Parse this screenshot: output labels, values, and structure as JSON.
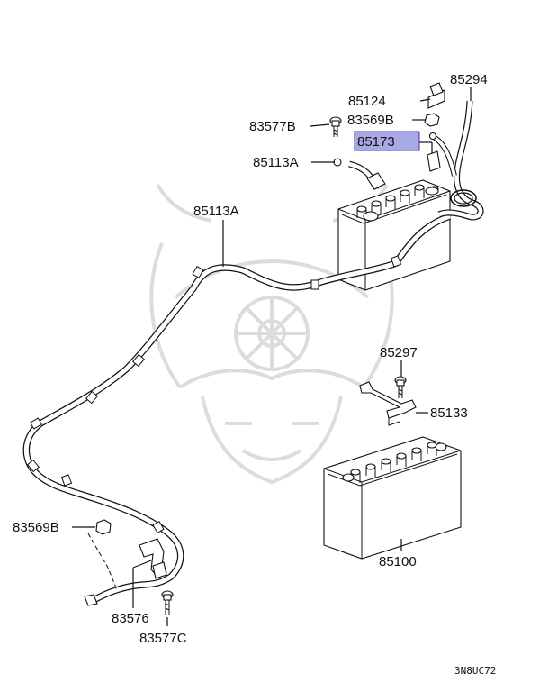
{
  "labels": {
    "p85294": "85294",
    "p85124": "85124",
    "p83577B": "83577B",
    "p83569B_top": "83569B",
    "p85173": "85173",
    "p85113A_top": "85113A",
    "p85113A_mid": "85113A",
    "p85297": "85297",
    "p85133": "85133",
    "p83569B_left": "83569B",
    "p83576": "83576",
    "p83577C": "83577C",
    "p85100": "85100"
  },
  "diagram_code": "3N8UC72",
  "colors": {
    "highlight_fill": "#a9a9e6",
    "highlight_stroke": "#3a3aa0",
    "watermark": "#dcdcdc"
  }
}
